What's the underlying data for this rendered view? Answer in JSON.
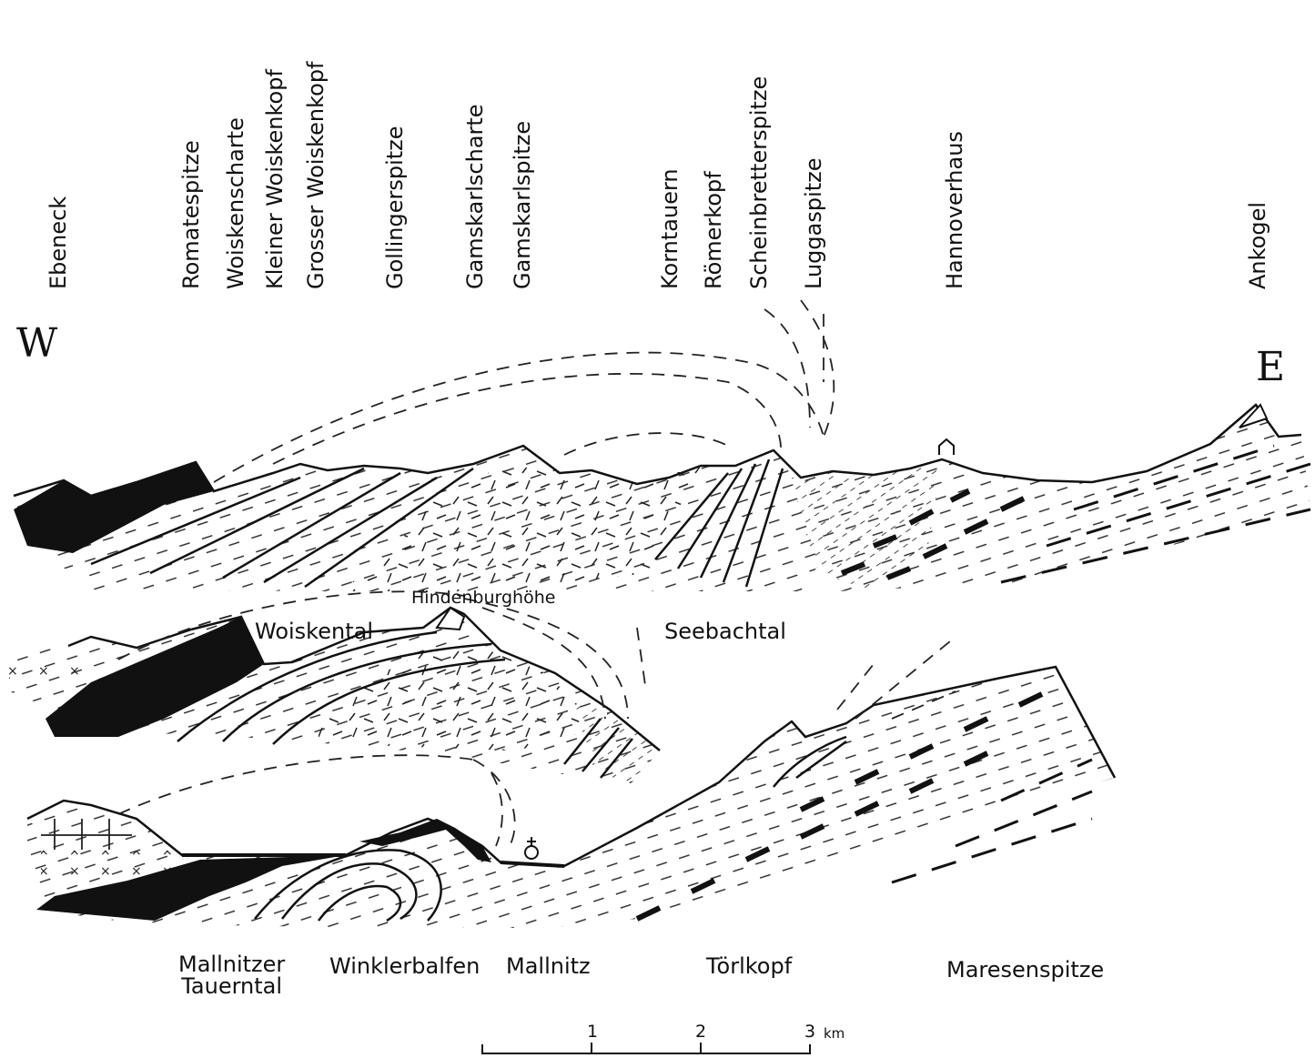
{
  "orientation": {
    "west": "W",
    "east": "E"
  },
  "peaks": [
    "Ebeneck",
    "Romatespitze",
    "Woiskenscharte",
    "Kleiner Woiskenkopf",
    "Grosser Woiskenkopf",
    "Gollingerspitze",
    "Gamskarlscharte",
    "Gamskarlspitze",
    "Korntauern",
    "Römerkopf",
    "Scheinbretterspitze",
    "Luggaspitze",
    "Hannoverhaus",
    "Ankogel"
  ],
  "middle_labels": {
    "woiskental": "Woiskental",
    "hindenburghoehe": "Hindenburghöhe",
    "seebachtal": "Seebachtal"
  },
  "bottom_labels": {
    "mallnitzer": "Mallnitzer",
    "tauerntal": "Tauerntal",
    "winklerbalfen": "Winklerbalfen",
    "mallnitz": "Mallnitz",
    "toerlkopf": "Törlkopf",
    "maresenspitze": "Maresenspitze"
  },
  "scale": {
    "ticks": [
      "1",
      "2",
      "3"
    ],
    "unit": "km"
  }
}
